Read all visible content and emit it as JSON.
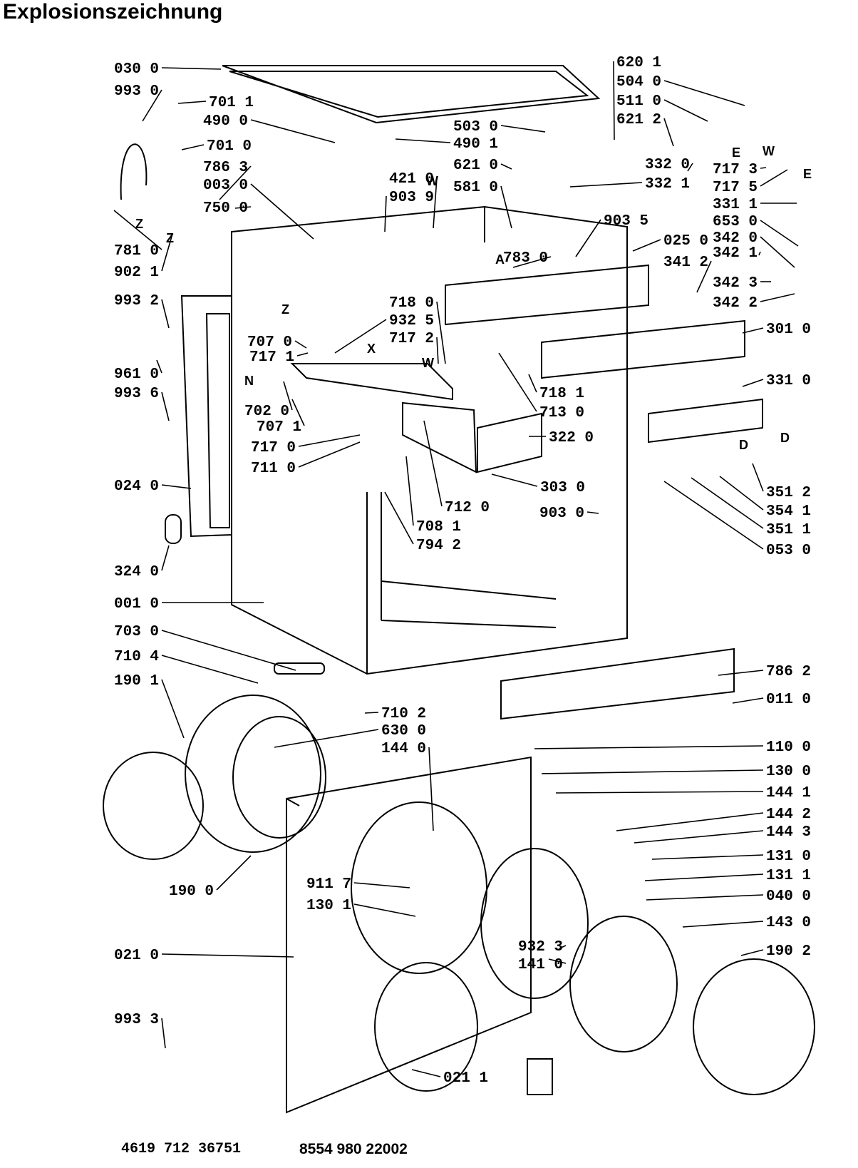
{
  "title": "Explosionszeichnung",
  "footer": {
    "left_code": "4619 712 36751",
    "right_code": "8554 980 22002"
  },
  "part_labels": [
    "030 0",
    "993 0",
    "701 1",
    "490 0",
    "701 0",
    "786 3",
    "003 0",
    "750 0",
    "781 0",
    "902 1",
    "993 2",
    "961 0",
    "993 6",
    "024 0",
    "324 0",
    "001 0",
    "703 0",
    "710 4",
    "190 1",
    "190 0",
    "021 0",
    "993 3",
    "707 0",
    "717 1",
    "702 0",
    "707 1",
    "717 0",
    "711 0",
    "503 0",
    "490 1",
    "421 0",
    "903 9",
    "621 0",
    "581 0",
    "783 0",
    "718 0",
    "932 5",
    "717 2",
    "718 1",
    "713 0",
    "322 0",
    "303 0",
    "712 0",
    "708 1",
    "794 2",
    "903 0",
    "620 1",
    "504 0",
    "511 0",
    "621 2",
    "332 0",
    "332 1",
    "903 5",
    "025 0",
    "341 2",
    "717 3",
    "717 5",
    "331 1",
    "653 0",
    "342 0",
    "342 1",
    "342 3",
    "342 2",
    "301 0",
    "331 0",
    "351 2",
    "354 1",
    "351 1",
    "053 0",
    "786 2",
    "011 0",
    "710 2",
    "630 0",
    "144 0",
    "110 0",
    "130 0",
    "144 1",
    "144 2",
    "144 3",
    "131 0",
    "131 1",
    "040 0",
    "911 7",
    "130 1",
    "932 3",
    "141 0",
    "143 0",
    "190 2",
    "021 1"
  ],
  "marker_letters": [
    "Z",
    "Z",
    "Z",
    "N",
    "X",
    "W",
    "W",
    "A",
    "E",
    "E",
    "W",
    "D",
    "D"
  ]
}
